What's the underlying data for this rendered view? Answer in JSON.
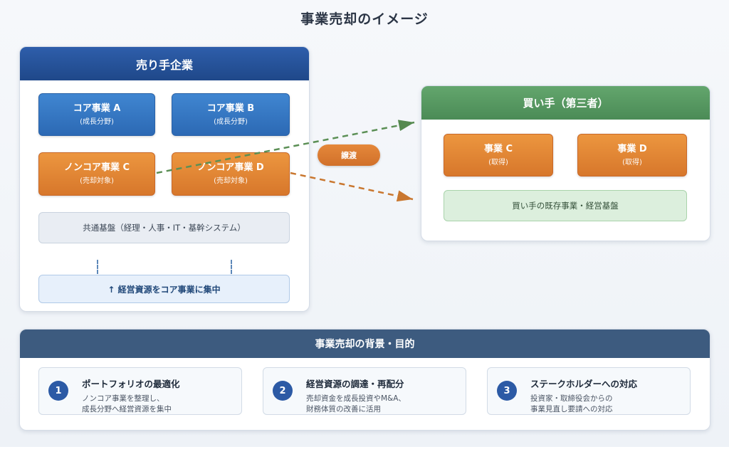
{
  "title": "事業売却のイメージ",
  "seller": {
    "title": "売り手企業",
    "core": [
      {
        "name": "コア事業 A",
        "note": "(成長分野)"
      },
      {
        "name": "コア事業 B",
        "note": "(成長分野)"
      }
    ],
    "noncore": [
      {
        "name": "ノンコア事業 C",
        "note": "(売却対象)"
      },
      {
        "name": "ノンコア事業 D",
        "note": "(売却対象)"
      }
    ],
    "platform": "共通基盤（経理・人事・IT・基幹システム）",
    "focus": "↑ 経営資源をコア事業に集中"
  },
  "transfer_label": "譲渡",
  "buyer": {
    "title": "買い手（第三者）",
    "acquired": [
      {
        "name": "事業 C",
        "note": "(取得)"
      },
      {
        "name": "事業 D",
        "note": "(取得)"
      }
    ],
    "platform": "買い手の既存事業・経営基盤"
  },
  "background": {
    "title": "事業売却の背景・目的",
    "items": [
      {
        "num": "1",
        "title": "ポートフォリオの最適化",
        "desc": [
          "ノンコア事業を整理し、",
          "成長分野へ経営資源を集中"
        ]
      },
      {
        "num": "2",
        "title": "経営資源の調達・再配分",
        "desc": [
          "売却資金を成長投資やM&A、",
          "財務体質の改善に活用"
        ]
      },
      {
        "num": "3",
        "title": "ステークホルダーへの対応",
        "desc": [
          "投資家・取締役会からの",
          "事業見直し要請への対応"
        ]
      }
    ]
  },
  "colors": {
    "seller_header": "#2e5eab",
    "buyer_header": "#63a66d",
    "background_header": "#3d5b7f",
    "core_business": "#3478c3",
    "noncore_business": "#e2873a",
    "number_circle": "#2c5aa5"
  }
}
